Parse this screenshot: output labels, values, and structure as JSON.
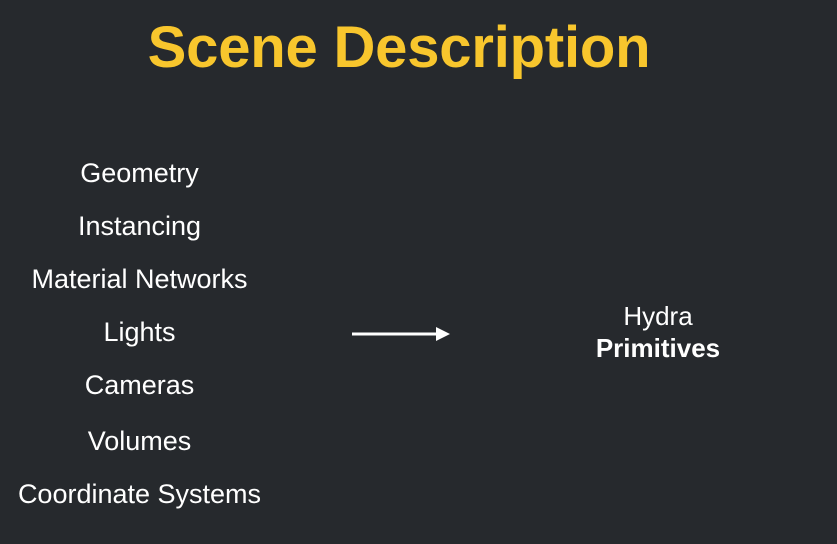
{
  "slide": {
    "title": "Scene Description",
    "items": [
      "Geometry",
      "Instancing",
      "Material Networks",
      "Lights",
      "Cameras",
      "Volumes",
      "Coordinate Systems"
    ],
    "result": {
      "line1": "Hydra",
      "line2": "Primitives"
    },
    "colors": {
      "background": "#26292d",
      "title": "#f8c62d",
      "text": "#ffffff"
    },
    "arrow_icon": "right-arrow-icon"
  }
}
